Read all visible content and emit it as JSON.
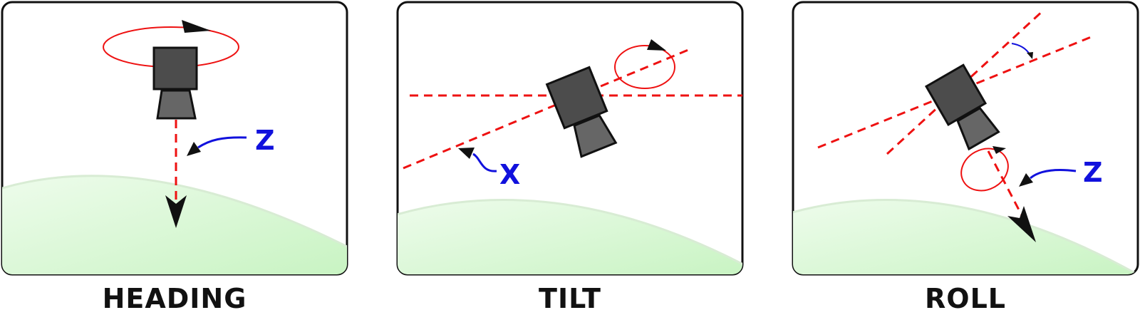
{
  "panels": [
    {
      "id": "heading",
      "caption": "HEADING",
      "axis_label": "Z"
    },
    {
      "id": "tilt",
      "caption": "TILT",
      "axis_label": "X"
    },
    {
      "id": "roll",
      "caption": "ROLL",
      "axis_label": "Z"
    }
  ],
  "colors": {
    "axis": "#ee1111",
    "rotation": "#ee1111",
    "pointer": "#1111dd",
    "camera_body": "#4c4c4c",
    "camera_lens": "#666666",
    "ground": "#c8f5c4",
    "frame": "#111111"
  }
}
